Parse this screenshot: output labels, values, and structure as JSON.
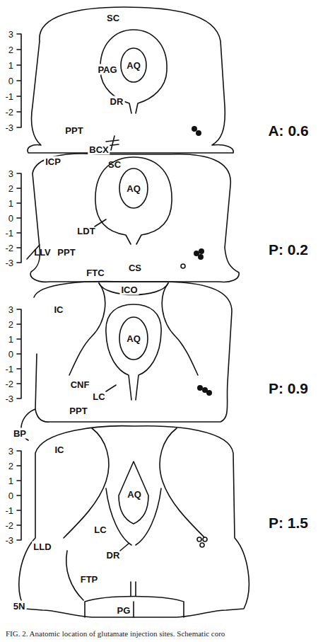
{
  "diagram": {
    "caption": "FIG. 2. Anatomic location of glutamate injection sites. Schematic coro",
    "labels": [
      "3",
      "2",
      "1",
      "0",
      "-1",
      "-2",
      "-3",
      "SC",
      "AQ",
      "PAG",
      "DR",
      "PPT",
      "BCX",
      "A: 0.6",
      "3",
      "2",
      "1",
      "0",
      "-1",
      "-2",
      "-3",
      "ICP",
      "SC",
      "AQ",
      "LDT",
      "LLV",
      "PPT",
      "CS",
      "FTC",
      "P: 0.2",
      "3",
      "2",
      "1",
      "0",
      "-1",
      "-2",
      "-3",
      "ICO",
      "IC",
      "AQ",
      "CNF",
      "LC",
      "PPT",
      "BP",
      "P: 0.9",
      "3",
      "2",
      "1",
      "0",
      "-1",
      "-2",
      "-3",
      "IC",
      "AQ",
      "LC",
      "DR",
      "LLD",
      "FTP",
      "5N",
      "PG",
      "P: 1.5"
    ]
  }
}
